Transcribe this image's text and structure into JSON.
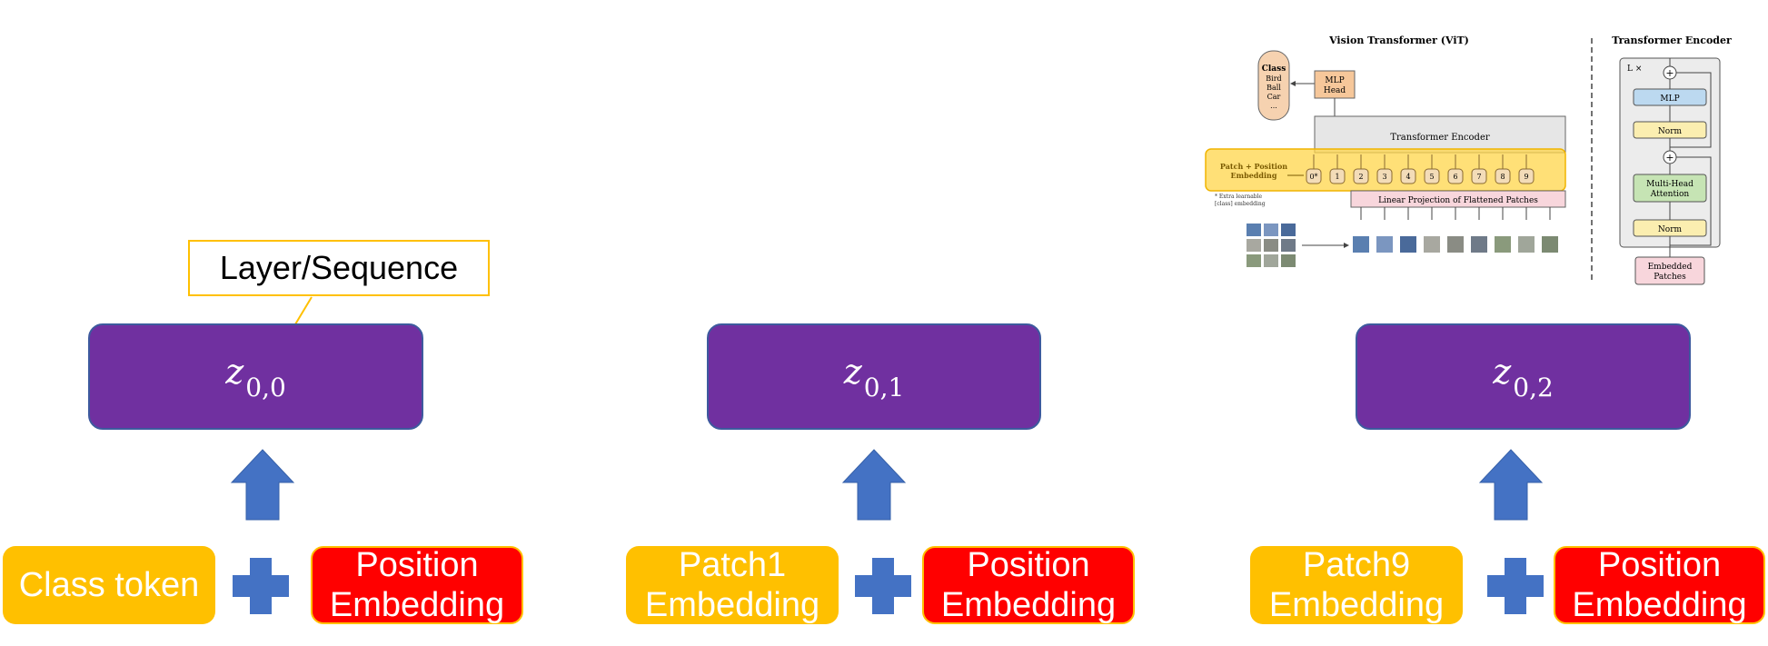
{
  "callout": {
    "text": "Layer/Sequence"
  },
  "columns": [
    {
      "z_base": "z",
      "z_sub": "0,0",
      "token": "Class token",
      "position": "Position\nEmbedding"
    },
    {
      "z_base": "z",
      "z_sub": "0,1",
      "token": "Patch1\nEmbedding",
      "position": "Position\nEmbedding"
    },
    {
      "z_base": "z",
      "z_sub": "0,2",
      "token": "Patch9\nEmbedding",
      "position": "Position\nEmbedding"
    }
  ],
  "vit_figure": {
    "title_left": "Vision Transformer (ViT)",
    "title_right": "Transformer Encoder",
    "class_box": [
      "Class",
      "Bird",
      "Ball",
      "Car",
      "..."
    ],
    "mlp_head": [
      "MLP",
      "Head"
    ],
    "transformer_encoder": "Transformer Encoder",
    "patch_position_label": [
      "Patch + Position",
      "Embedding"
    ],
    "extra_note": [
      "* Extra learnable",
      "[class] embedding"
    ],
    "linear_projection": "Linear Projection of Flattened Patches",
    "token_indices": [
      "0*",
      "1",
      "2",
      "3",
      "4",
      "5",
      "6",
      "7",
      "8",
      "9"
    ],
    "encoder": {
      "repeat": "L ×",
      "mlp": "MLP",
      "norm_top": "Norm",
      "attention": [
        "Multi-Head",
        "Attention"
      ],
      "norm_bottom": "Norm",
      "embedded_patches": [
        "Embedded",
        "Patches"
      ],
      "plus": "+"
    }
  },
  "colors": {
    "z_box": "#7030a0",
    "token": "#ffc000",
    "position": "#ff0000",
    "arrow": "#4472c4",
    "highlight": "#ffd54a"
  }
}
